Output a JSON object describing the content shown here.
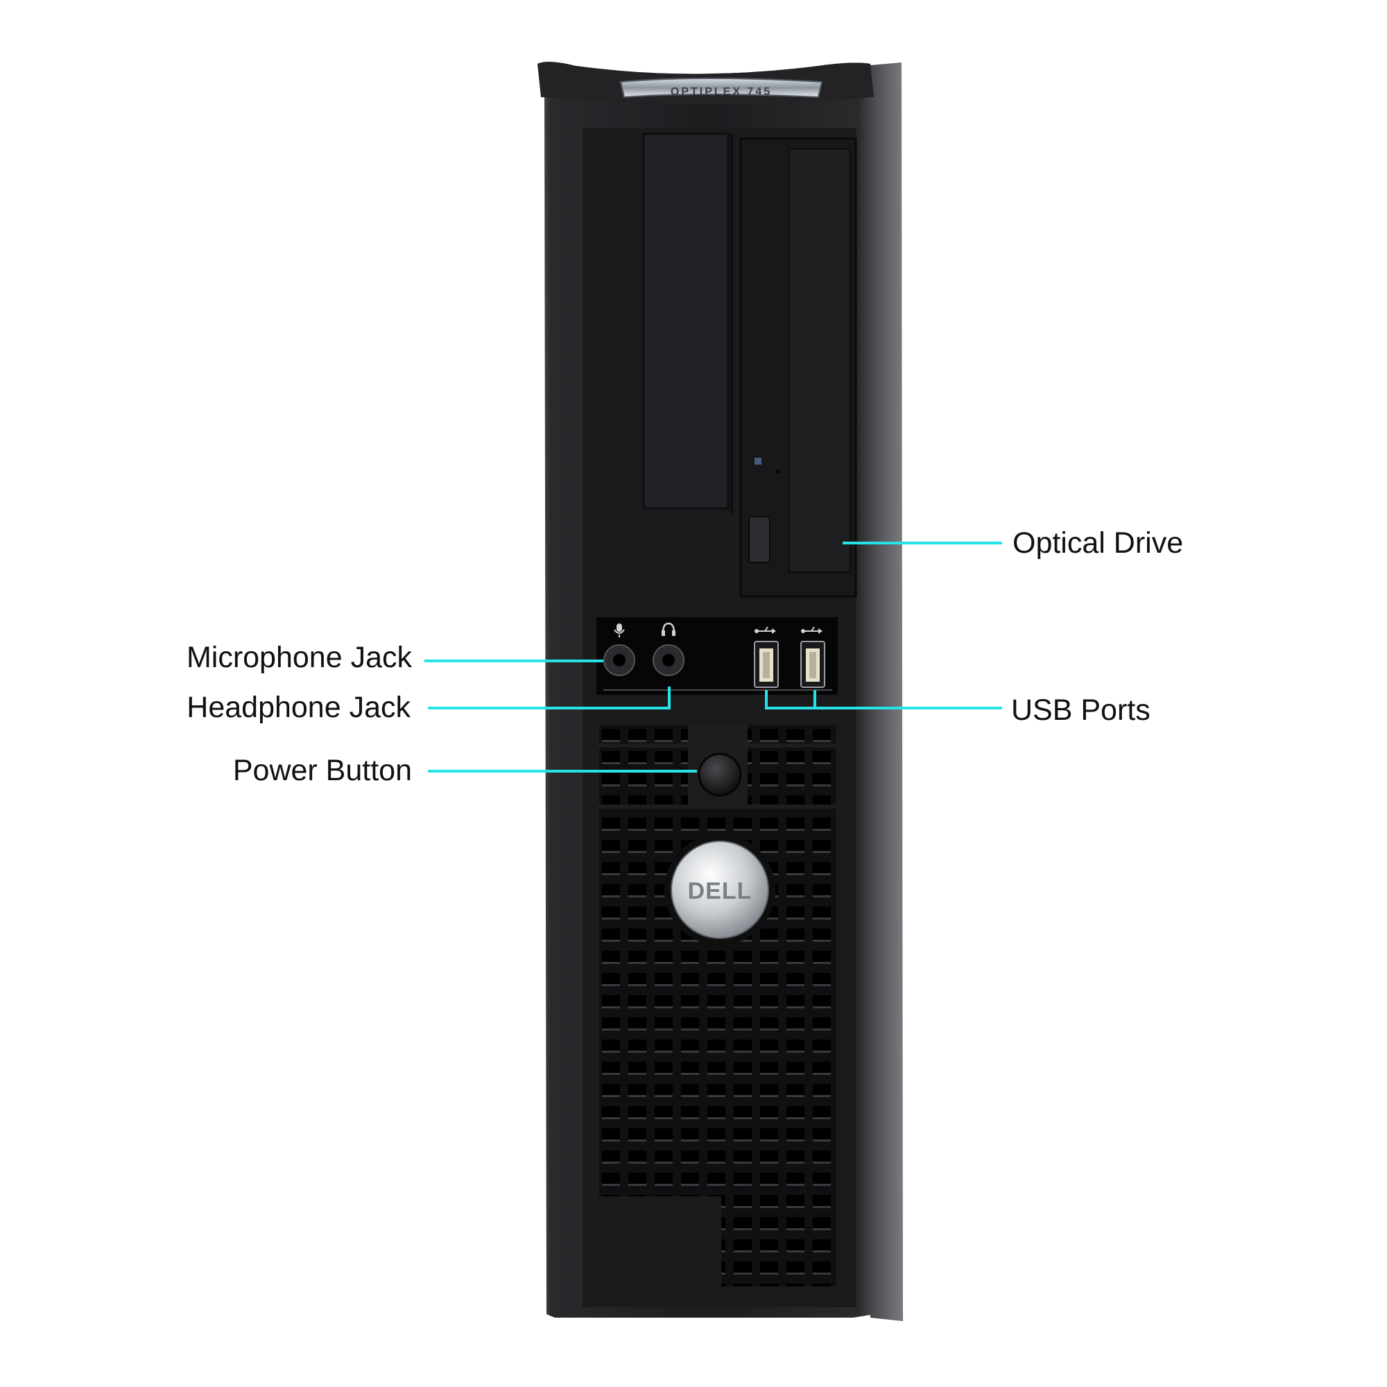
{
  "product": {
    "model_badge": "OPTIPLEX 745",
    "brand_logo": "DELL"
  },
  "colors": {
    "leader_line": "#27e3e6",
    "case_body": "#1a1a1c",
    "background": "#ffffff"
  },
  "callouts": {
    "optical_drive": "Optical Drive",
    "microphone_jack": "Microphone Jack",
    "headphone_jack": "Headphone Jack",
    "usb_ports": "USB Ports",
    "power_button": "Power Button"
  },
  "icons": {
    "microphone": "microphone-icon",
    "headphone": "headphone-icon",
    "usb": "usb-icon"
  }
}
